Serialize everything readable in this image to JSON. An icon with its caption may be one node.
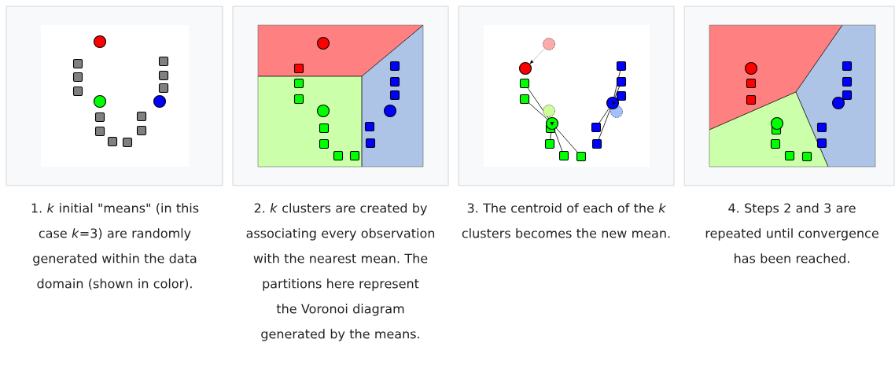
{
  "diagram": {
    "nodes": [
      {
        "text": [],
        "shape": "picture"
      },
      {
        "text": [],
        "shape": "picture"
      },
      {
        "text": [],
        "shape": "picture"
      },
      {
        "text": [],
        "shape": "picture"
      }
    ],
    "labels": [
      "1. *k* initial \"means\" (in this case *k*=3) are randomly generated within the data domain (shown in color).",
      "2. *k* clusters are created by associating every observation with the nearest mean. The partitions here represent the Voronoi diagram generated by the means.",
      "3. The centroid of each of the *k* clusters becomes the new mean.",
      "4. Steps 2 and 3 are repeated until convergence has been reached."
    ]
  }
}
